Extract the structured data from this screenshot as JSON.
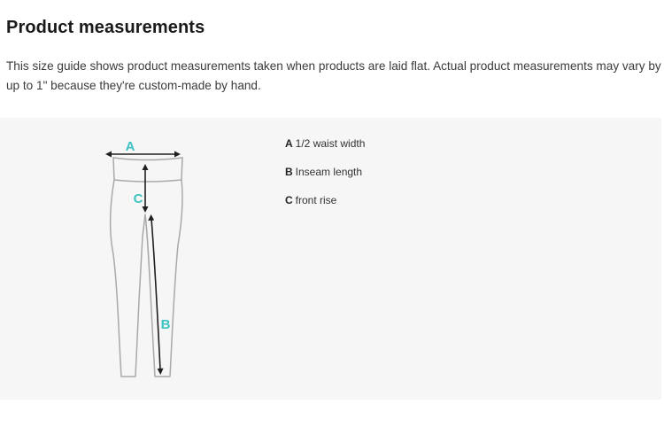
{
  "heading": "Product measurements",
  "description": "This size guide shows product measurements taken when products are laid flat. Actual product measurements may vary by up to 1\" because they're custom-made by hand.",
  "diagram": {
    "labels": {
      "a": "A",
      "b": "B",
      "c": "C"
    },
    "accent_color": "#3ec2c2",
    "outline_color": "#a9a9a9",
    "arrow_color": "#1f1f1f"
  },
  "legend": [
    {
      "key": "A",
      "text": "1/2 waist width"
    },
    {
      "key": "B",
      "text": "Inseam length"
    },
    {
      "key": "C",
      "text": "front rise"
    }
  ]
}
